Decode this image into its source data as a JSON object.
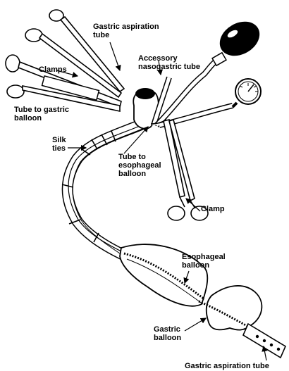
{
  "labels": {
    "gastric_aspiration_top": "Gastric aspiration\ntube",
    "accessory_ng": "Accessory\nnasogastric tube",
    "clamps": "Clamps",
    "tube_gastric_balloon": "Tube to gastric\nballoon",
    "silk_ties": "Silk\nties",
    "tube_esophageal_balloon": "Tube to\nesophageal\nballoon",
    "clamp": "Clamp",
    "esophageal_balloon": "Esophageal\nballoon",
    "gastric_balloon": "Gastric\nballoon",
    "gastric_aspiration_bottom": "Gastric aspiration tube"
  }
}
